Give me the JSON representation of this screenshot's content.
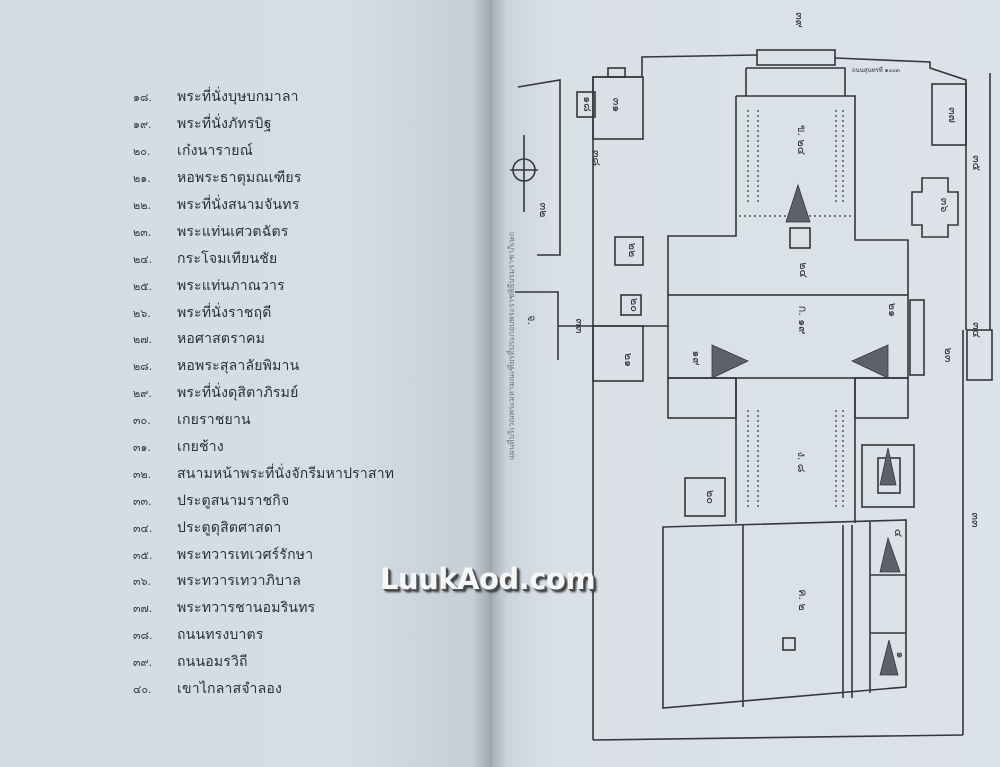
{
  "legend": {
    "items": [
      {
        "num": "๑๘.",
        "label": "พระที่นั่งบุษบกมาลา"
      },
      {
        "num": "๑๙.",
        "label": "พระที่นั่งภัทรบิฐ"
      },
      {
        "num": "๒๐.",
        "label": "เก๋งนารายณ์"
      },
      {
        "num": "๒๑.",
        "label": "หอพระธาตุมณเฑียร"
      },
      {
        "num": "๒๒.",
        "label": "พระที่นั่งสนามจันทร"
      },
      {
        "num": "๒๓.",
        "label": "พระแท่นเศวตฉัตร"
      },
      {
        "num": "๒๔.",
        "label": "กระโจมเทียนชัย"
      },
      {
        "num": "๒๕.",
        "label": "พระแท่นภาณวาร"
      },
      {
        "num": "๒๖.",
        "label": "พระที่นั่งราชฤดี"
      },
      {
        "num": "๒๗.",
        "label": "หอศาสตราคม"
      },
      {
        "num": "๒๘.",
        "label": "หอพระสุลาลัยพิมาน"
      },
      {
        "num": "๒๙.",
        "label": "พระที่นั่งดุสิตาภิรมย์"
      },
      {
        "num": "๓๐.",
        "label": "เกยราชยาน"
      },
      {
        "num": "๓๑.",
        "label": "เกยช้าง"
      },
      {
        "num": "๓๒.",
        "label": "สนามหน้าพระที่นั่งจักรีมหาปราสาท"
      },
      {
        "num": "๓๓.",
        "label": "ประตูสนามราชกิจ"
      },
      {
        "num": "๓๔.",
        "label": "ประตูดุสิตศาสดา"
      },
      {
        "num": "๓๕.",
        "label": "พระทวารเทเวศร์รักษา"
      },
      {
        "num": "๓๖.",
        "label": "พระทวารเทวาภิบาล"
      },
      {
        "num": "๓๗.",
        "label": "พระทวารชานอมรินทร"
      },
      {
        "num": "๓๘.",
        "label": "ถนนทรงบาตร"
      },
      {
        "num": "๓๙.",
        "label": "ถนนอมรวิถี"
      },
      {
        "num": "๔๐.",
        "label": "เขาไกลาสจำลอง"
      }
    ]
  },
  "diagram": {
    "caption": "แผนที่บริเวณพระมหามณเฑียรที่ประกอบพระราชพิธีบรมราชาภิเษก",
    "road_label": "ถนนสุนทรที่ ๑๐๐๓",
    "labels": [
      "๓๙",
      "๑๘",
      "๓๑",
      "๓๘",
      "๓๒",
      "๒๒",
      "๒๐",
      "จ.",
      "๓๓",
      "๒๑",
      "๑๙",
      "ก. ๑๙",
      "๒๑",
      "๒๔",
      "ข. ๒๔",
      "๓๗",
      "๓๖",
      "๓๕",
      "๓๔",
      "๒๓",
      "ง. ๘",
      "๒๐",
      "ค. ๒",
      "๔",
      "๑",
      "๓๓"
    ]
  },
  "watermark": "LuukAod.com"
}
